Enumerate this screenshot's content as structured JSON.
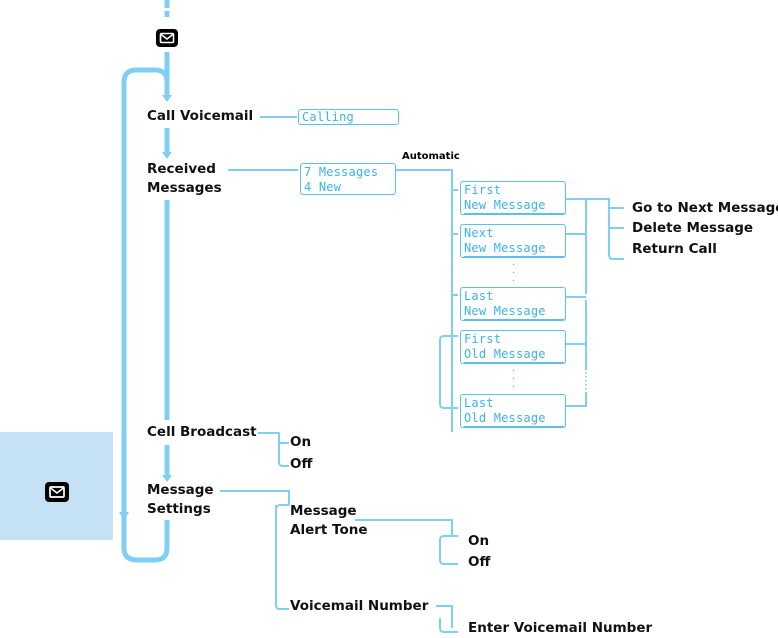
{
  "colors": {
    "accent": "#7fcef3",
    "lcd_text": "#3eb3e6",
    "panel": "#c4e1f6"
  },
  "icons": {
    "menu_key": "envelope-icon",
    "panel_key": "envelope-icon"
  },
  "menu": {
    "call_voicemail": {
      "label": "Call Voicemail",
      "screen": "Calling"
    },
    "received_messages": {
      "label_line1": "Received",
      "label_line2": "Messages",
      "screen_line1": "7 Messages",
      "screen_line2": "4 New",
      "automatic_label": "Automatic",
      "screens": [
        {
          "line1": "First",
          "line2": "New Message"
        },
        {
          "line1": "Next",
          "line2": "New Message"
        },
        {
          "line1": "Last",
          "line2": "New Message"
        },
        {
          "line1": "First",
          "line2": "Old Message"
        },
        {
          "line1": "Last",
          "line2": "Old Message"
        }
      ],
      "options": [
        "Go to Next Message",
        "Delete Message",
        "Return Call"
      ],
      "ellipsis": "."
    },
    "cell_broadcast": {
      "label": "Cell Broadcast",
      "options": [
        "On",
        "Off"
      ]
    },
    "message_settings": {
      "label_line1": "Message",
      "label_line2": "Settings",
      "alert_tone": {
        "label_line1": "Message",
        "label_line2": "Alert Tone",
        "options": [
          "On",
          "Off"
        ]
      },
      "voicemail_number": {
        "label": "Voicemail Number",
        "option": "Enter Voicemail Number"
      }
    }
  }
}
